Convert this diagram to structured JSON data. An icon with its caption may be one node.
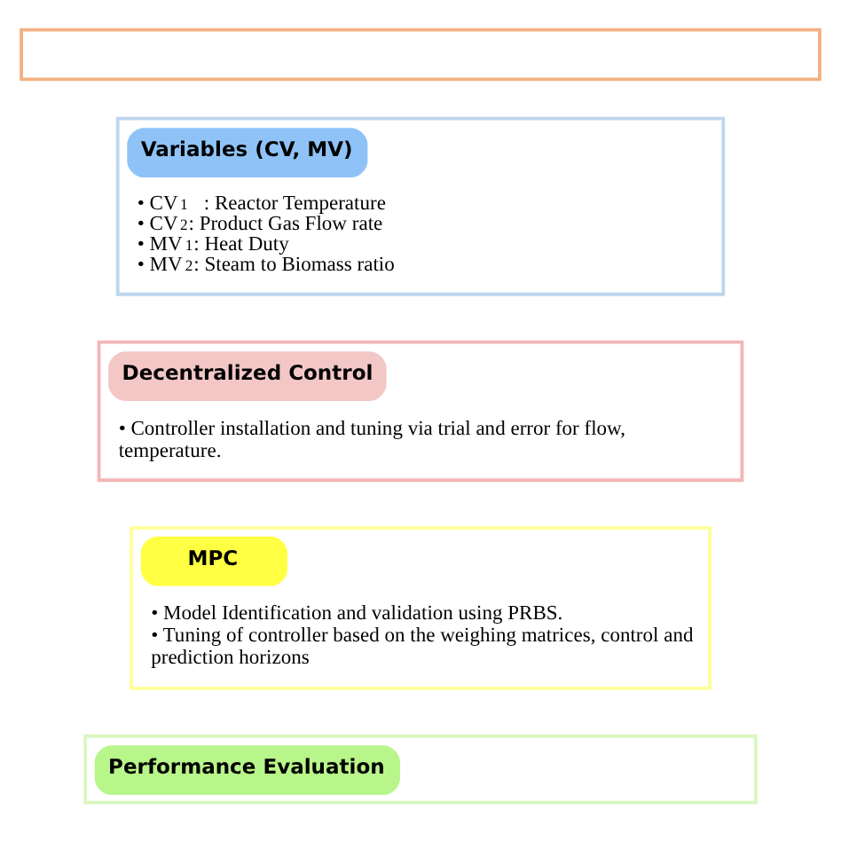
{
  "diagram": {
    "nodes": [
      {
        "text": [],
        "shape": "box"
      },
      {
        "text": [
          "Variables (CV, MV)",
          "• CV$_{1}$ : Reactor Temperature",
          "• CV$_{2}$: Product Gas Flow rate",
          "• MV$_{1}$: Heat Duty",
          "• MV$_{2}$: Steam to Biomass ratio"
        ]
      },
      {
        "text": [
          "Decentralized Control",
          "• Controller installation and tuning via trial and error for flow, temperature."
        ]
      },
      {
        "text": [
          "MPC",
          "• Model Identification and validation using PRBS.",
          "• Tuning of controller based on the weighing matrices, control and prediction horizons"
        ]
      },
      {
        "text": [
          "Performance Evaluation"
        ]
      }
    ],
    "edges": []
  }
}
